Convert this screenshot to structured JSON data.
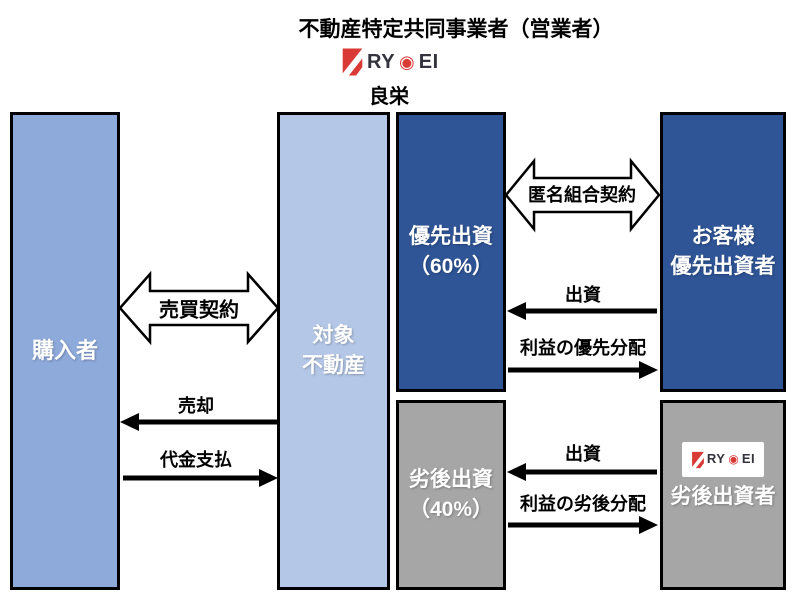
{
  "title": "不動産特定共同事業者（営業者）",
  "logo": {
    "text_left": "RY",
    "text_o": "◉",
    "text_right": "EI",
    "company": "良栄"
  },
  "boxes": {
    "purchaser": {
      "label": "購入者"
    },
    "property": {
      "lines": [
        "対象",
        "不動産"
      ]
    },
    "senior": {
      "lines": [
        "優先出資",
        "（60%）"
      ]
    },
    "subordinate": {
      "lines": [
        "劣後出資",
        "（40%）"
      ]
    },
    "customer": {
      "lines": [
        "お客様",
        "優先出資者"
      ]
    },
    "subordinate_investor": {
      "label": "劣後出資者"
    }
  },
  "arrows": {
    "sale_contract": {
      "label": "売買契約",
      "type": "double-headed"
    },
    "sell": {
      "label": "売却",
      "direction": "left"
    },
    "payment": {
      "label": "代金支払",
      "direction": "right"
    },
    "anonymous_partnership": {
      "label": "匿名組合契約",
      "type": "double-headed"
    },
    "investment_top": {
      "label": "出資",
      "direction": "left"
    },
    "senior_distribution": {
      "label": "利益の優先分配",
      "direction": "right"
    },
    "investment_bottom": {
      "label": "出資",
      "direction": "left"
    },
    "subordinate_distribution": {
      "label": "利益の劣後分配",
      "direction": "right"
    }
  },
  "colors": {
    "medium_blue": "#8EAADB",
    "light_blue": "#B4C7E7",
    "dark_blue": "#2F5597",
    "gray": "#A6A6A6",
    "logo_red": "#D93A36",
    "logo_dark": "#33333D"
  }
}
